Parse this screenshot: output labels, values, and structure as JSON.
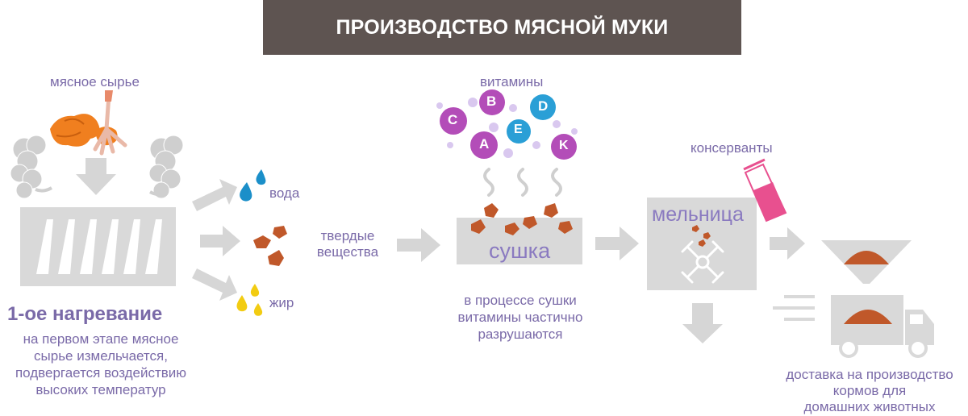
{
  "title": "ПРОИЗВОДСТВО МЯСНОЙ МУКИ",
  "labels": {
    "raw_meat": "мясное сырье",
    "water": "вода",
    "solids_line1": "твердые",
    "solids_line2": "вещества",
    "fat": "жир",
    "vitamins": "витамины",
    "drying": "сушка",
    "mill": "мельница",
    "preservatives": "консерванты"
  },
  "heating": {
    "heading": "1-ое нагревание",
    "line1": "на первом этапе мясное",
    "line2": "сырье измельчается,",
    "line3": "подвергается воздействию",
    "line4": "высоких температур"
  },
  "drying_note": {
    "line1": "в процессе сушки",
    "line2": "витамины частично",
    "line3": "разрушаются"
  },
  "delivery": {
    "line1": "доставка на производство",
    "line2": "кормов для",
    "line3": "домашних животных"
  },
  "vitamin_letters": [
    "B",
    "D",
    "C",
    "E",
    "A",
    "K"
  ],
  "colors": {
    "title_bg": "#5e5451",
    "label": "#7a6aa8",
    "gray_shape": "#d9d9d9",
    "arrow": "#d6d6d6",
    "meat_orange": "#f07f1f",
    "solid_brown": "#c0582a",
    "water_blue": "#1b8fc9",
    "fat_yellow": "#f2cc12",
    "vitamin_purple": "#b34db8",
    "vitamin_blue": "#2a9fd6",
    "beaker_pink": "#e8508f"
  }
}
